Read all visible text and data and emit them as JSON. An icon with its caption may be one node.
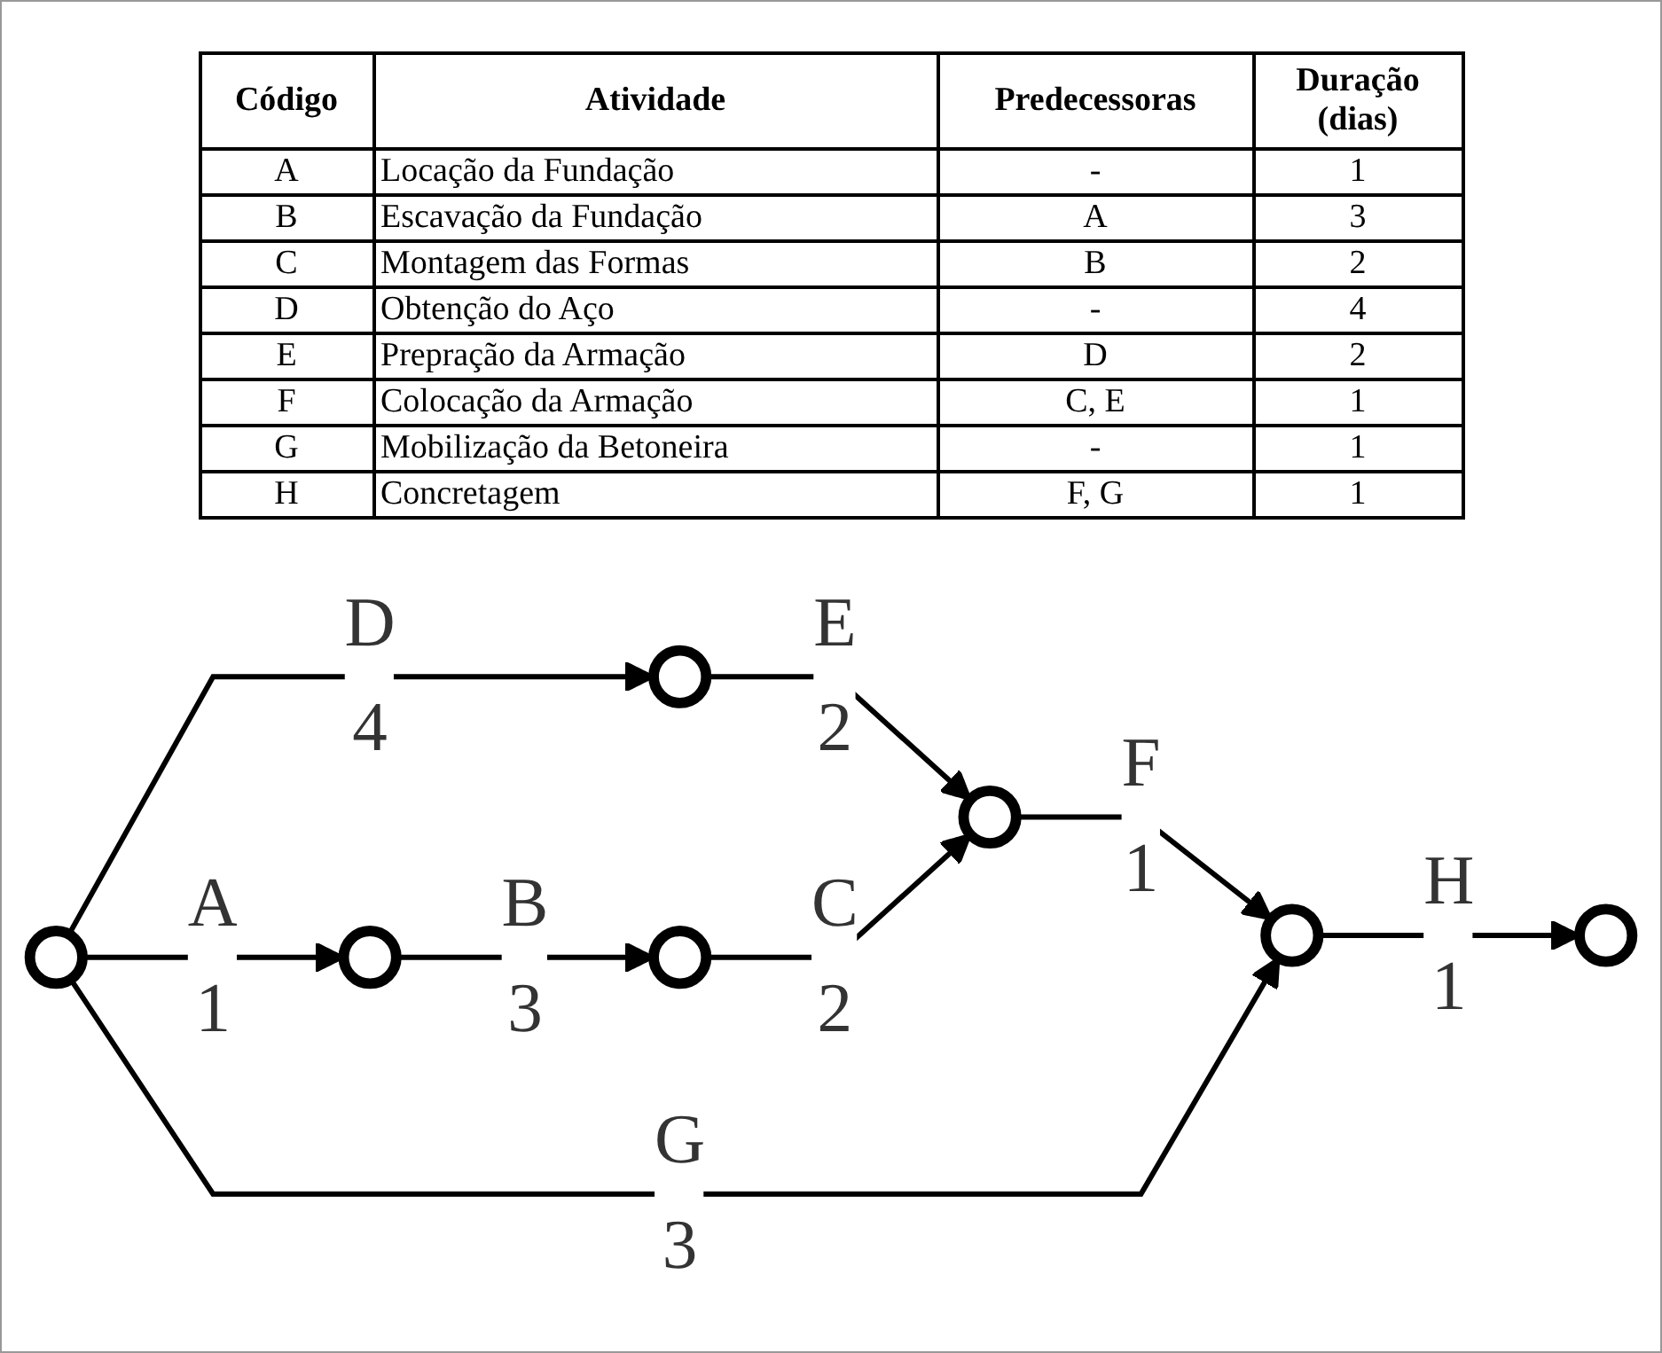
{
  "diagram": {
    "nodes": [
      {
        "text": [],
        "shape": "circle"
      },
      {
        "text": [],
        "shape": "circle"
      },
      {
        "text": [],
        "shape": "circle"
      },
      {
        "text": [],
        "shape": "circle"
      },
      {
        "text": [],
        "shape": "circle"
      },
      {
        "text": [],
        "shape": "circle"
      },
      {
        "text": [],
        "shape": "circle"
      }
    ],
    "edges": [
      {
        "from": 1,
        "to": 0,
        "arrow": "to",
        "label": "D 4"
      },
      {
        "from": 0,
        "to": 4,
        "arrow": "to",
        "label": "E 2"
      },
      {
        "from": 1,
        "to": 2,
        "arrow": "to",
        "label": "A 1"
      },
      {
        "from": 2,
        "to": 3,
        "arrow": "to",
        "label": "B 3"
      },
      {
        "from": 3,
        "to": 4,
        "arrow": "to",
        "label": "C 2"
      },
      {
        "from": 4,
        "to": 5,
        "arrow": "to",
        "label": "F 1"
      },
      {
        "from": 1,
        "to": 5,
        "arrow": "to",
        "label": "G 3"
      },
      {
        "from": 5,
        "to": 6,
        "arrow": "to",
        "label": "H 1"
      }
    ],
    "labels": [
      "Código",
      "Atividade",
      "Predecessoras",
      "Duração (dias)",
      "A",
      "Locação da Fundação",
      "-",
      "1",
      "B",
      "Escavação da Fundação",
      "A",
      "3",
      "C",
      "Montagem das Formas",
      "B",
      "2",
      "D",
      "Obtenção do Aço",
      "-",
      "4",
      "E",
      "Prepração da Armação",
      "D",
      "2",
      "F",
      "Colocação da Armação",
      "C, E",
      "1",
      "G",
      "Mobilização da Betoneira",
      "-",
      "1",
      "H",
      "Concretagem",
      "F, G",
      "1"
    ]
  }
}
